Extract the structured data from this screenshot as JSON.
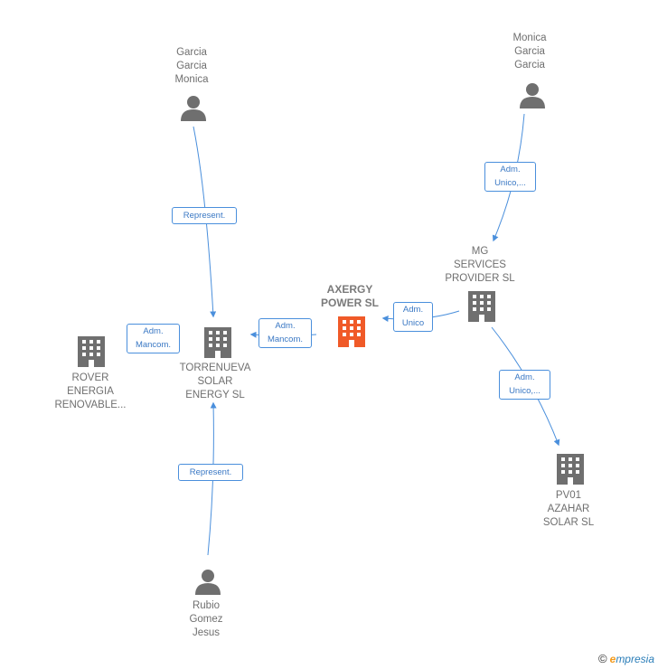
{
  "nodes": {
    "garcia_garcia_monica": {
      "lines": [
        "Garcia",
        "Garcia",
        "Monica"
      ]
    },
    "monica_garcia_garcia": {
      "lines": [
        "Monica",
        "Garcia",
        "Garcia"
      ]
    },
    "mg_services": {
      "lines": [
        "MG",
        "SERVICES",
        "PROVIDER  SL"
      ]
    },
    "axergy": {
      "lines": [
        "AXERGY",
        "POWER  SL"
      ]
    },
    "torrenueva": {
      "lines": [
        "TORRENUEVA",
        "SOLAR",
        "ENERGY  SL"
      ]
    },
    "rover": {
      "lines": [
        "ROVER",
        "ENERGIA",
        "RENOVABLE..."
      ]
    },
    "pv01": {
      "lines": [
        "PV01",
        "AZAHAR",
        "SOLAR  SL"
      ]
    },
    "rubio_gomez_jesus": {
      "lines": [
        "Rubio",
        "Gomez",
        "Jesus"
      ]
    }
  },
  "edges": {
    "garcia_to_torrenueva": {
      "lines": [
        "Represent."
      ]
    },
    "monica_to_mg": {
      "lines": [
        "Adm.",
        "Unico,..."
      ]
    },
    "mg_to_axergy": {
      "lines": [
        "Adm.",
        "Unico"
      ]
    },
    "axergy_to_torrenueva": {
      "lines": [
        "Adm.",
        "Mancom."
      ]
    },
    "rover_to_torrenueva": {
      "lines": [
        "Adm.",
        "Mancom."
      ]
    },
    "mg_to_pv01": {
      "lines": [
        "Adm.",
        "Unico,..."
      ]
    },
    "rubio_to_torrenueva": {
      "lines": [
        "Represent."
      ]
    }
  },
  "colors": {
    "edge": "#4a8fdc",
    "icon": "#6f6f6f",
    "highlight": "#f05a28"
  },
  "brand": {
    "copyright": "©",
    "first_letter": "e",
    "rest": "mpresia"
  }
}
